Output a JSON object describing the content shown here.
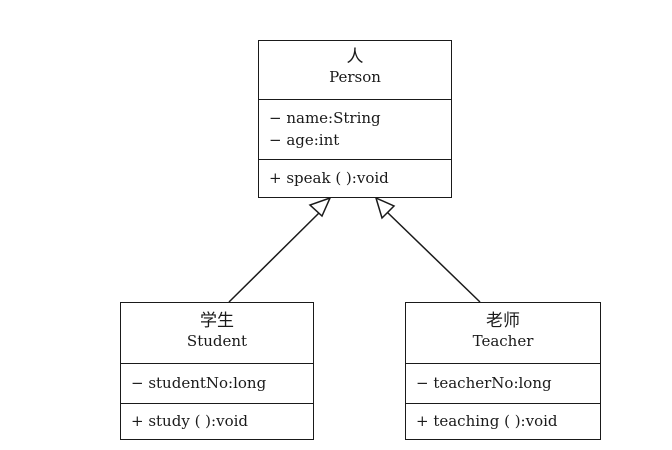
{
  "diagram": {
    "person": {
      "name_cn": "人",
      "name_en": "Person",
      "attributes": [
        "− name:String",
        "− age:int"
      ],
      "methods": [
        "+ speak ( ):void"
      ]
    },
    "student": {
      "name_cn": "学生",
      "name_en": "Student",
      "attributes": [
        "− studentNo:long"
      ],
      "methods": [
        "+ study ( ):void"
      ]
    },
    "teacher": {
      "name_cn": "老师",
      "name_en": "Teacher",
      "attributes": [
        "− teacherNo:long"
      ],
      "methods": [
        "+ teaching ( ):void"
      ]
    }
  }
}
